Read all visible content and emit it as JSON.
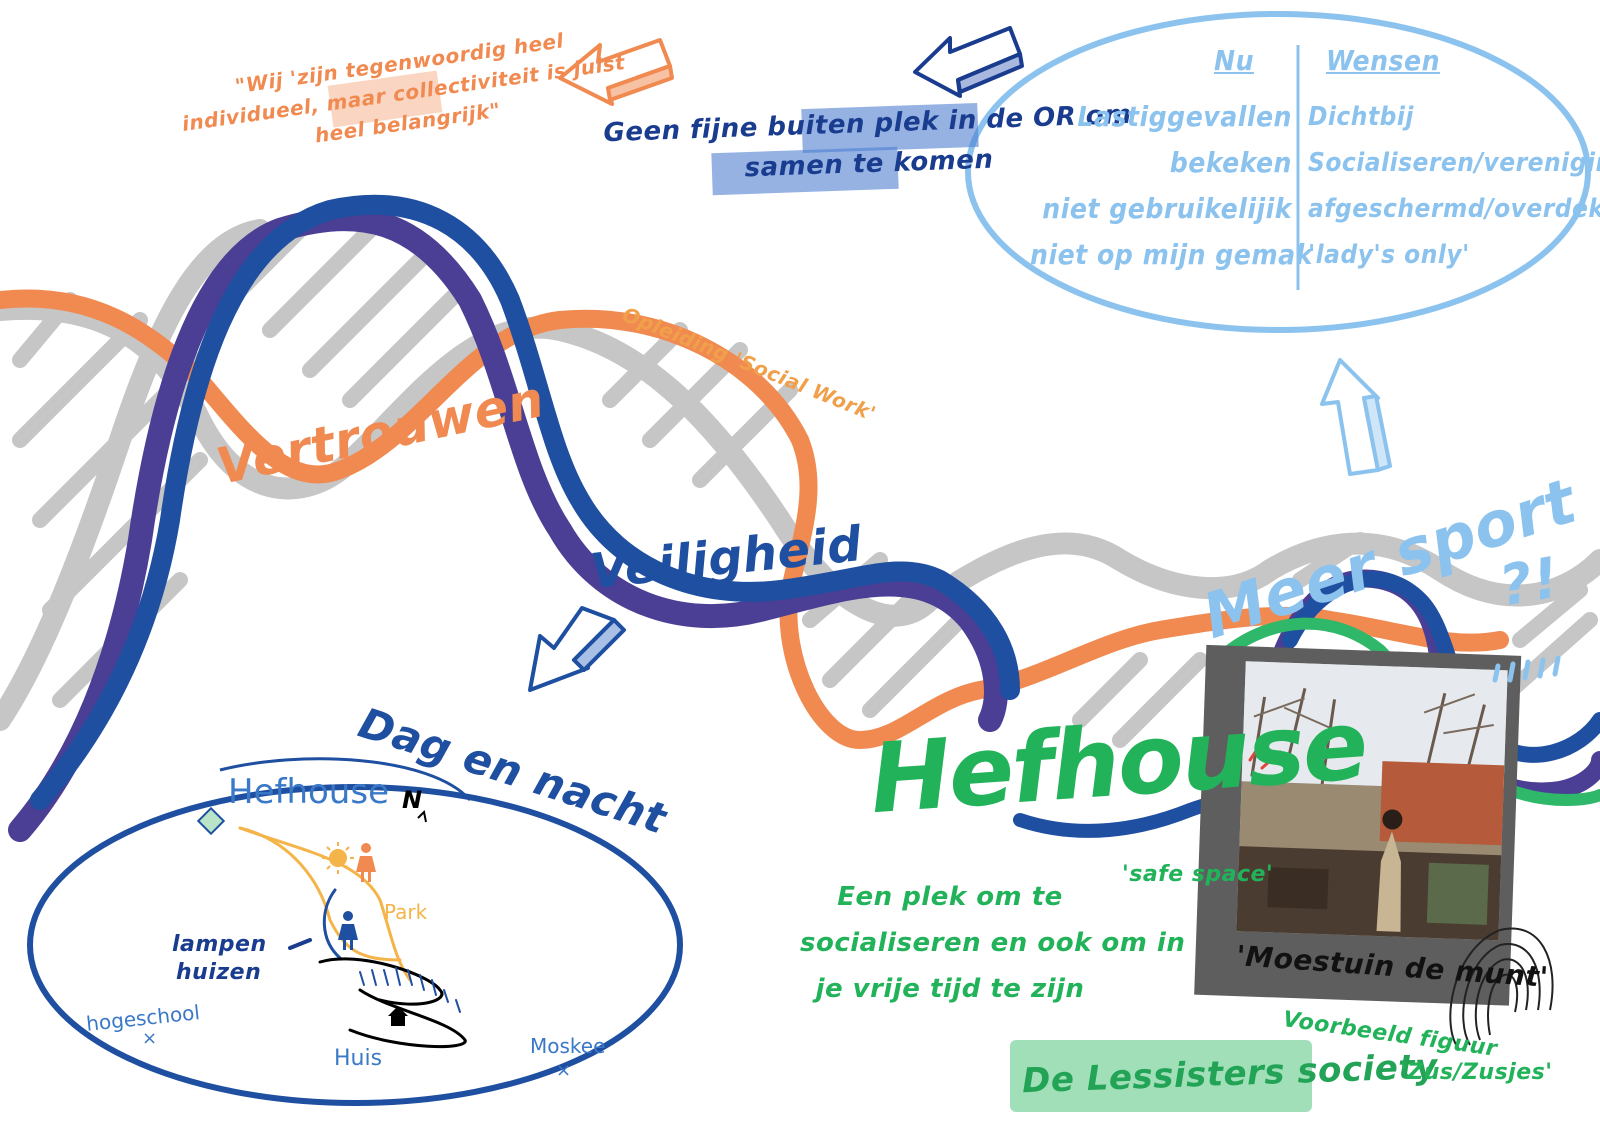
{
  "quote": {
    "line1": "\"Wij 'zijn tegenwoordig heel",
    "line2": "individueel, maar collectiviteit is juist",
    "line3": "heel belangrijk\""
  },
  "top_note": {
    "line1": "Geen fijne buiten plek in de OR om",
    "line2": "samen te komen"
  },
  "comparison": {
    "col1_header": "Nu",
    "col2_header": "Wensen",
    "col1_items": [
      "Lastiggevallen",
      "bekeken",
      "niet gebruikelijik",
      "niet op mijn gemak"
    ],
    "col2_items": [
      "Dichtbij",
      "Socialiseren/vereniging",
      "afgeschermd/overdekt",
      "'lady's only'"
    ]
  },
  "helix_labels": {
    "opleiding": "Opleiding 'Social Work'",
    "vertrouwen": "Vertrouwen",
    "veiligheid": "Veiligheid",
    "meer_sport": "Meer sport",
    "meer_sport_marks": "?!"
  },
  "day_night": {
    "title": "Dag en nacht",
    "map_hefhouse": "Hefhouse",
    "compass": "N",
    "park": "Park",
    "lampen": "lampen",
    "huizen": "huizen",
    "hogeschool": "hogeschool",
    "huis": "Huis",
    "moskee": "Moskee"
  },
  "hefhouse": {
    "title": "Hefhouse",
    "safe_space": "'safe space'",
    "desc_line1": "Een plek om te",
    "desc_line2": "socialiseren en ook om in",
    "desc_line3": "je vrije tijd te zijn"
  },
  "photo": {
    "caption": "'Moestuin de munt'"
  },
  "society": {
    "name": "De Lessisters society",
    "voorbeeld": "Voorbeeld figuur",
    "zusjes": "'Zus/Zusjes'"
  },
  "colors": {
    "orange": "#f08a50",
    "dark_blue": "#1f4fa0",
    "purple": "#4a3f94",
    "light_blue": "#8cc3ee",
    "green": "#22b35a",
    "grey": "#c4c4c4"
  }
}
